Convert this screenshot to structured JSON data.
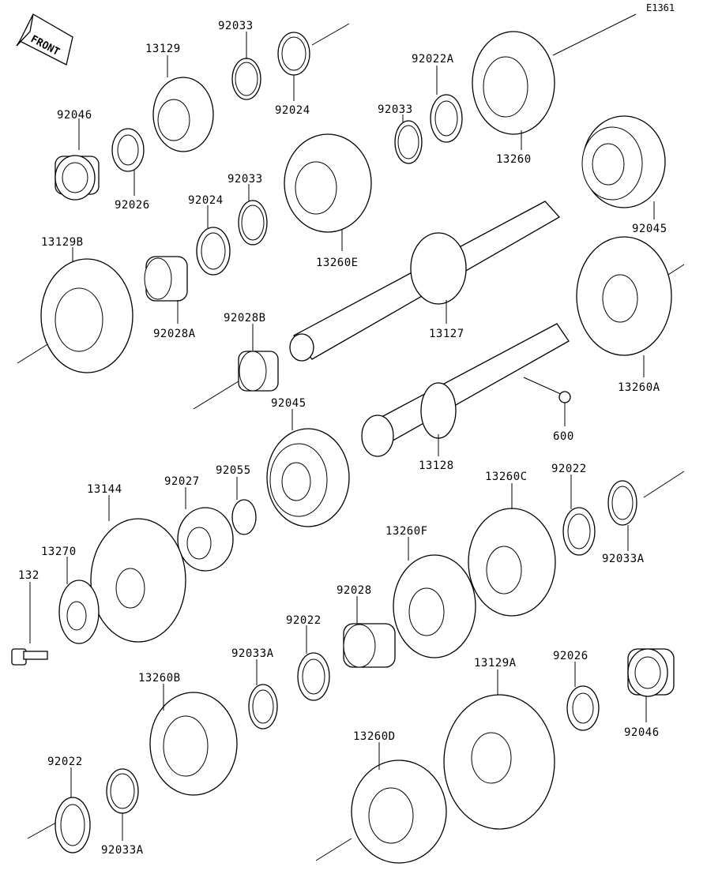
{
  "diagram_id": "E1361",
  "front_label": "FRONT",
  "parts": [
    {
      "key": "p92033_a",
      "label": "92033"
    },
    {
      "key": "p13129",
      "label": "13129"
    },
    {
      "key": "p92046_a",
      "label": "92046"
    },
    {
      "key": "p92024_a",
      "label": "92024"
    },
    {
      "key": "p92026_a",
      "label": "92026"
    },
    {
      "key": "p92022A",
      "label": "92022A"
    },
    {
      "key": "p92033_b",
      "label": "92033"
    },
    {
      "key": "p13260",
      "label": "13260"
    },
    {
      "key": "p92033_c",
      "label": "92033"
    },
    {
      "key": "p92024_b",
      "label": "92024"
    },
    {
      "key": "p13260E",
      "label": "13260E"
    },
    {
      "key": "p92045_a",
      "label": "92045"
    },
    {
      "key": "p13129B",
      "label": "13129B"
    },
    {
      "key": "p92028A",
      "label": "92028A"
    },
    {
      "key": "p92028B",
      "label": "92028B"
    },
    {
      "key": "p13127",
      "label": "13127"
    },
    {
      "key": "p13260A",
      "label": "13260A"
    },
    {
      "key": "p92045_b",
      "label": "92045"
    },
    {
      "key": "p600",
      "label": "600"
    },
    {
      "key": "p13128",
      "label": "13128"
    },
    {
      "key": "p13260C",
      "label": "13260C"
    },
    {
      "key": "p92022_a",
      "label": "92022"
    },
    {
      "key": "p92033A_a",
      "label": "92033A"
    },
    {
      "key": "p13144",
      "label": "13144"
    },
    {
      "key": "p92027",
      "label": "92027"
    },
    {
      "key": "p92055",
      "label": "92055"
    },
    {
      "key": "p13270",
      "label": "13270"
    },
    {
      "key": "p132",
      "label": "132"
    },
    {
      "key": "p13260F",
      "label": "13260F"
    },
    {
      "key": "p92028",
      "label": "92028"
    },
    {
      "key": "p92022_b",
      "label": "92022"
    },
    {
      "key": "p92033A_b",
      "label": "92033A"
    },
    {
      "key": "p13260B",
      "label": "13260B"
    },
    {
      "key": "p13129A",
      "label": "13129A"
    },
    {
      "key": "p92026_b",
      "label": "92026"
    },
    {
      "key": "p92046_b",
      "label": "92046"
    },
    {
      "key": "p13260D",
      "label": "13260D"
    },
    {
      "key": "p92022_c",
      "label": "92022"
    },
    {
      "key": "p92033A_c",
      "label": "92033A"
    }
  ]
}
